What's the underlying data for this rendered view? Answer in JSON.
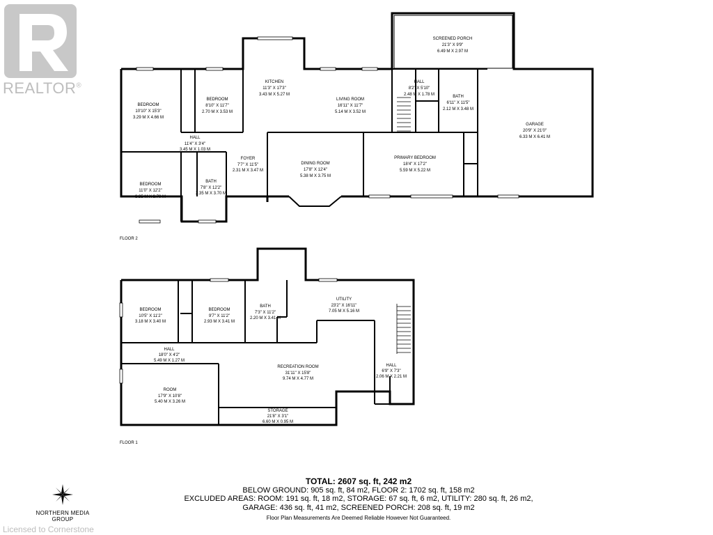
{
  "branding": {
    "realtor_word": "REALTOR",
    "registered_mark": "®",
    "licensed": "Licensed to Cornerstone",
    "company": "NORTHERN MEDIA GROUP"
  },
  "floor2": {
    "label": "FLOOR 2",
    "rooms": [
      {
        "name": "BEDROOM",
        "imperial": "10'10\" X 15'3\"",
        "metric": "3.29 M X 4.66 M"
      },
      {
        "name": "BEDROOM",
        "imperial": "8'10\" X 11'7\"",
        "metric": "2.70 M X 3.53 M"
      },
      {
        "name": "KITCHEN",
        "imperial": "11'3\" X 17'3\"",
        "metric": "3.43 M X 5.27 M"
      },
      {
        "name": "LIVING ROOM",
        "imperial": "16'11\" X 11'7\"",
        "metric": "5.14 M X 3.52 M"
      },
      {
        "name": "SCREENED PORCH",
        "imperial": "21'3\" X 9'9\"",
        "metric": "6.49 M X 2.97 M"
      },
      {
        "name": "HALL",
        "imperial": "8'2\" X 5'10\"",
        "metric": "2.48 M X 1.78 M"
      },
      {
        "name": "BATH",
        "imperial": "6'11\" X 11'5\"",
        "metric": "2.12 M X 3.48 M"
      },
      {
        "name": "GARAGE",
        "imperial": "20'9\" X 21'0\"",
        "metric": "6.33 M X 6.41 M"
      },
      {
        "name": "HALL",
        "imperial": "11'4\" X 3'4\"",
        "metric": "3.45 M X 1.03 M"
      },
      {
        "name": "FOYER",
        "imperial": "7'7\" X 11'5\"",
        "metric": "2.31 M X 3.47 M"
      },
      {
        "name": "DINING ROOM",
        "imperial": "17'8\" X 12'4\"",
        "metric": "5.38 M X 3.75 M"
      },
      {
        "name": "PRIMARY BEDROOM",
        "imperial": "18'4\" X 17'2\"",
        "metric": "5.59 M X 5.22 M"
      },
      {
        "name": "BEDROOM",
        "imperial": "11'0\" X 12'2\"",
        "metric": "3.35 M X 3.70 M"
      },
      {
        "name": "BATH",
        "imperial": "7'8\" X 12'2\"",
        "metric": "2.35 M X 3.70 M"
      }
    ]
  },
  "floor1": {
    "label": "FLOOR 1",
    "rooms": [
      {
        "name": "BEDROOM",
        "imperial": "10'5\" X 11'2\"",
        "metric": "3.18 M X 3.40 M"
      },
      {
        "name": "BEDROOM",
        "imperial": "9'7\" X 11'2\"",
        "metric": "2.93 M X 3.41 M"
      },
      {
        "name": "BATH",
        "imperial": "7'3\" X 11'2\"",
        "metric": "2.20 M X 3.41 M"
      },
      {
        "name": "UTILITY",
        "imperial": "23'2\" X 16'11\"",
        "metric": "7.05 M X 5.16 M"
      },
      {
        "name": "HALL",
        "imperial": "18'0\" X 4'2\"",
        "metric": "5.49 M X 1.27 M"
      },
      {
        "name": "RECREATION ROOM",
        "imperial": "31'11\" X 15'8\"",
        "metric": "9.74 M X 4.77 M"
      },
      {
        "name": "HALL",
        "imperial": "6'9\" X 7'3\"",
        "metric": "2.06 M X 2.21 M"
      },
      {
        "name": "ROOM",
        "imperial": "17'9\" X 10'8\"",
        "metric": "5.40 M X 3.26 M"
      },
      {
        "name": "STORAGE",
        "imperial": "21'8\" X 3'1\"",
        "metric": "6.60 M X 0.95 M"
      }
    ]
  },
  "totals": {
    "total": "TOTAL: 2607 sq. ft, 242 m2",
    "line2": "BELOW GROUND: 905 sq. ft, 84 m2, FLOOR 2: 1702 sq. ft, 158 m2",
    "line3": "EXCLUDED AREAS: ROOM: 191 sq. ft, 18 m2, STORAGE: 67 sq. ft, 6 m2, UTILITY: 280 sq. ft, 26 m2,",
    "line4": "GARAGE: 436 sq. ft, 41 m2, SCREENED PORCH: 208 sq. ft, 19 m2",
    "disclaimer": "Floor Plan Measurements Are Deemed Reliable However Not Guaranteed."
  }
}
